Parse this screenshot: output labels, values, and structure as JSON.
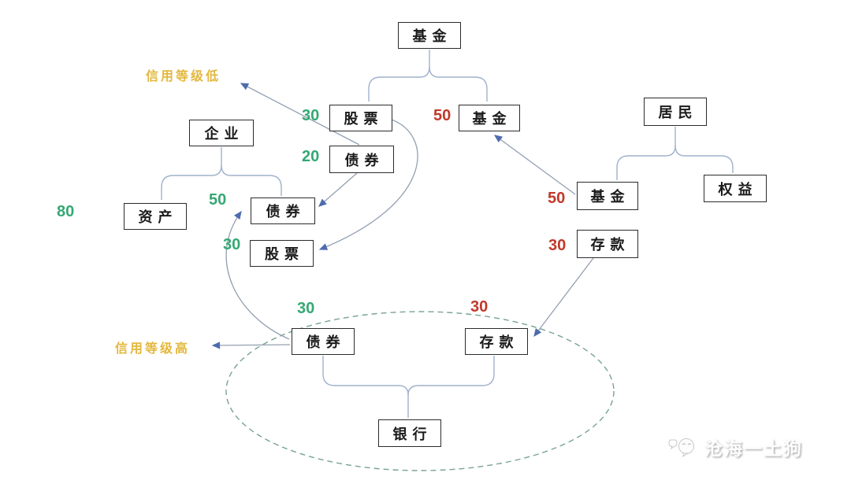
{
  "colors": {
    "green": "#35a873",
    "red": "#c0392b",
    "yellow": "#e3b83e",
    "line": "#9fb2cc",
    "arrowline": "#93a0b2",
    "arrowhead": "#4d6cae",
    "ellipse": "#77a390",
    "boxborder": "#2b2b2b"
  },
  "boxes": {
    "fund_top": {
      "label": "基金"
    },
    "stock_upper": {
      "label": "股票"
    },
    "bond_upper": {
      "label": "债券"
    },
    "fund_upper_right": {
      "label": "基金"
    },
    "enterprise": {
      "label": "企业"
    },
    "asset": {
      "label": "资产"
    },
    "bond_mid": {
      "label": "债券"
    },
    "stock_mid": {
      "label": "股票"
    },
    "resident": {
      "label": "居民"
    },
    "fund_resident": {
      "label": "基金"
    },
    "equity": {
      "label": "权益"
    },
    "deposit_resident": {
      "label": "存款"
    },
    "bond_bank": {
      "label": "债券"
    },
    "deposit_bank": {
      "label": "存款"
    },
    "bank": {
      "label": "银行"
    }
  },
  "values": {
    "enterprise_total": "80",
    "stock_upper": "30",
    "bond_upper": "20",
    "fund_upper": "50",
    "bond_mid": "50",
    "stock_mid": "30",
    "fund_resident": "50",
    "deposit_resident": "30",
    "bond_bank": "30",
    "deposit_bank": "30"
  },
  "annotations": {
    "credit_low": "信用等级低",
    "credit_high": "信用等级高"
  },
  "watermark": {
    "text": "沧海一土狗"
  }
}
